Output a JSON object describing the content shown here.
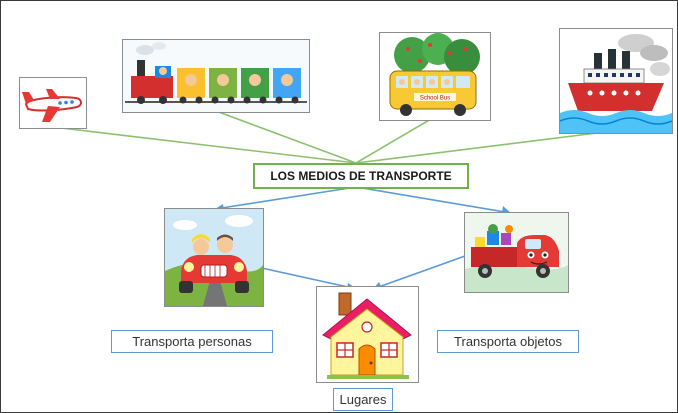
{
  "title": "LOS MEDIOS DE TRANSPORTE",
  "labels": {
    "people": "Transporta personas",
    "objects": "Transporta objetos",
    "places": "Lugares"
  },
  "images": {
    "bus_sign": "School Bus"
  },
  "colors": {
    "title_border": "#72b349",
    "green_links": "#8cc16b",
    "blue_links": "#5b9bd5",
    "label_border": "#5b9bd5"
  },
  "icons": [
    "airplane-icon",
    "train-icon",
    "school-bus-icon",
    "ship-icon",
    "car-people-icon",
    "truck-objects-icon",
    "house-icon"
  ]
}
